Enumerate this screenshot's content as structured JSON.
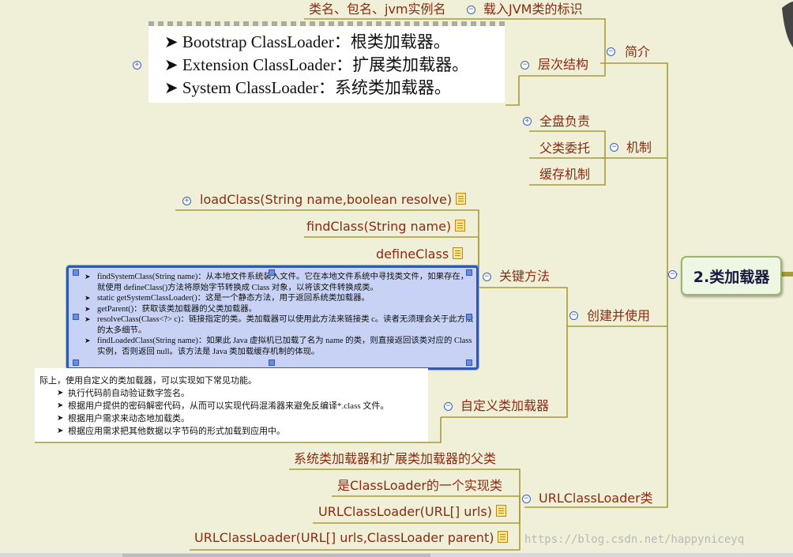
{
  "central_topic": "2.类加载器",
  "branches": {
    "intro": {
      "label": "简介",
      "jvm_identity": {
        "label": "载入JVM类的标识",
        "child": "类名、包名、jvm实例名"
      },
      "hierarchy": {
        "label": "层次结构",
        "lines": [
          "Bootstrap ClassLoader：根类加载器。",
          "Extension ClassLoader：扩展类加载器。",
          "System ClassLoader：系统类加载器。"
        ]
      }
    },
    "mechanism": {
      "label": "机制",
      "items": [
        "全盘负责",
        "父类委托",
        "缓存机制"
      ]
    },
    "create_use": {
      "label": "创建并使用",
      "key_methods": {
        "label": "关键方法",
        "items": [
          "loadClass(String name,boolean resolve)",
          "findClass(String name)",
          "defineClass"
        ],
        "details": [
          "findSystemClass(String name)：从本地文件系统装入文件。它在本地文件系统中寻找类文件，如果存在，就使用 defineClass()方法将原始字节转换成 Class 对象，以将该文件转换成类。",
          "static getSystemClassLoader()：这是一个静态方法，用于返回系统类加载器。",
          "getParent()：获取该类加载器的父类加载器。",
          "resolveClass(Class<?> c)：链接指定的类。类加载器可以使用此方法来链接类 c。读者无须理会关于此方法的太多细节。",
          "findLoadedClass(String name)：如果此 Java 虚拟机已加载了名为 name 的类，则直接返回该类对应的 Class 实例，否则返回 null。该方法是 Java 类加载缓存机制的体现。"
        ]
      },
      "custom_loader": {
        "label": "自定义类加载器",
        "intro_line": "际上，使用自定义的类加载器，可以实现如下常见功能。",
        "items": [
          "执行代码前自动验证数字签名。",
          "根据用户提供的密码解密代码，从而可以实现代码混淆器来避免反编译*.class 文件。",
          "根据用户需求来动态地加载类。",
          "根据应用需求把其他数据以字节码的形式加载到应用中。"
        ]
      }
    },
    "urlclassloader": {
      "label": "URLClassLoader类",
      "items": [
        "系统类加载器和扩展类加载器的父类",
        "是ClassLoader的一个实现类",
        "URLClassLoader(URL[] urls)",
        "URLClassLoader(URL[] urls,ClassLoader parent)"
      ]
    }
  },
  "watermark": "https://blog.csdn.net/happyniceyq",
  "colors": {
    "background": "#f0f0d8",
    "branch_text": "#8a2a12",
    "connector": "#a89a3a",
    "selection": "#2c5ab4"
  }
}
